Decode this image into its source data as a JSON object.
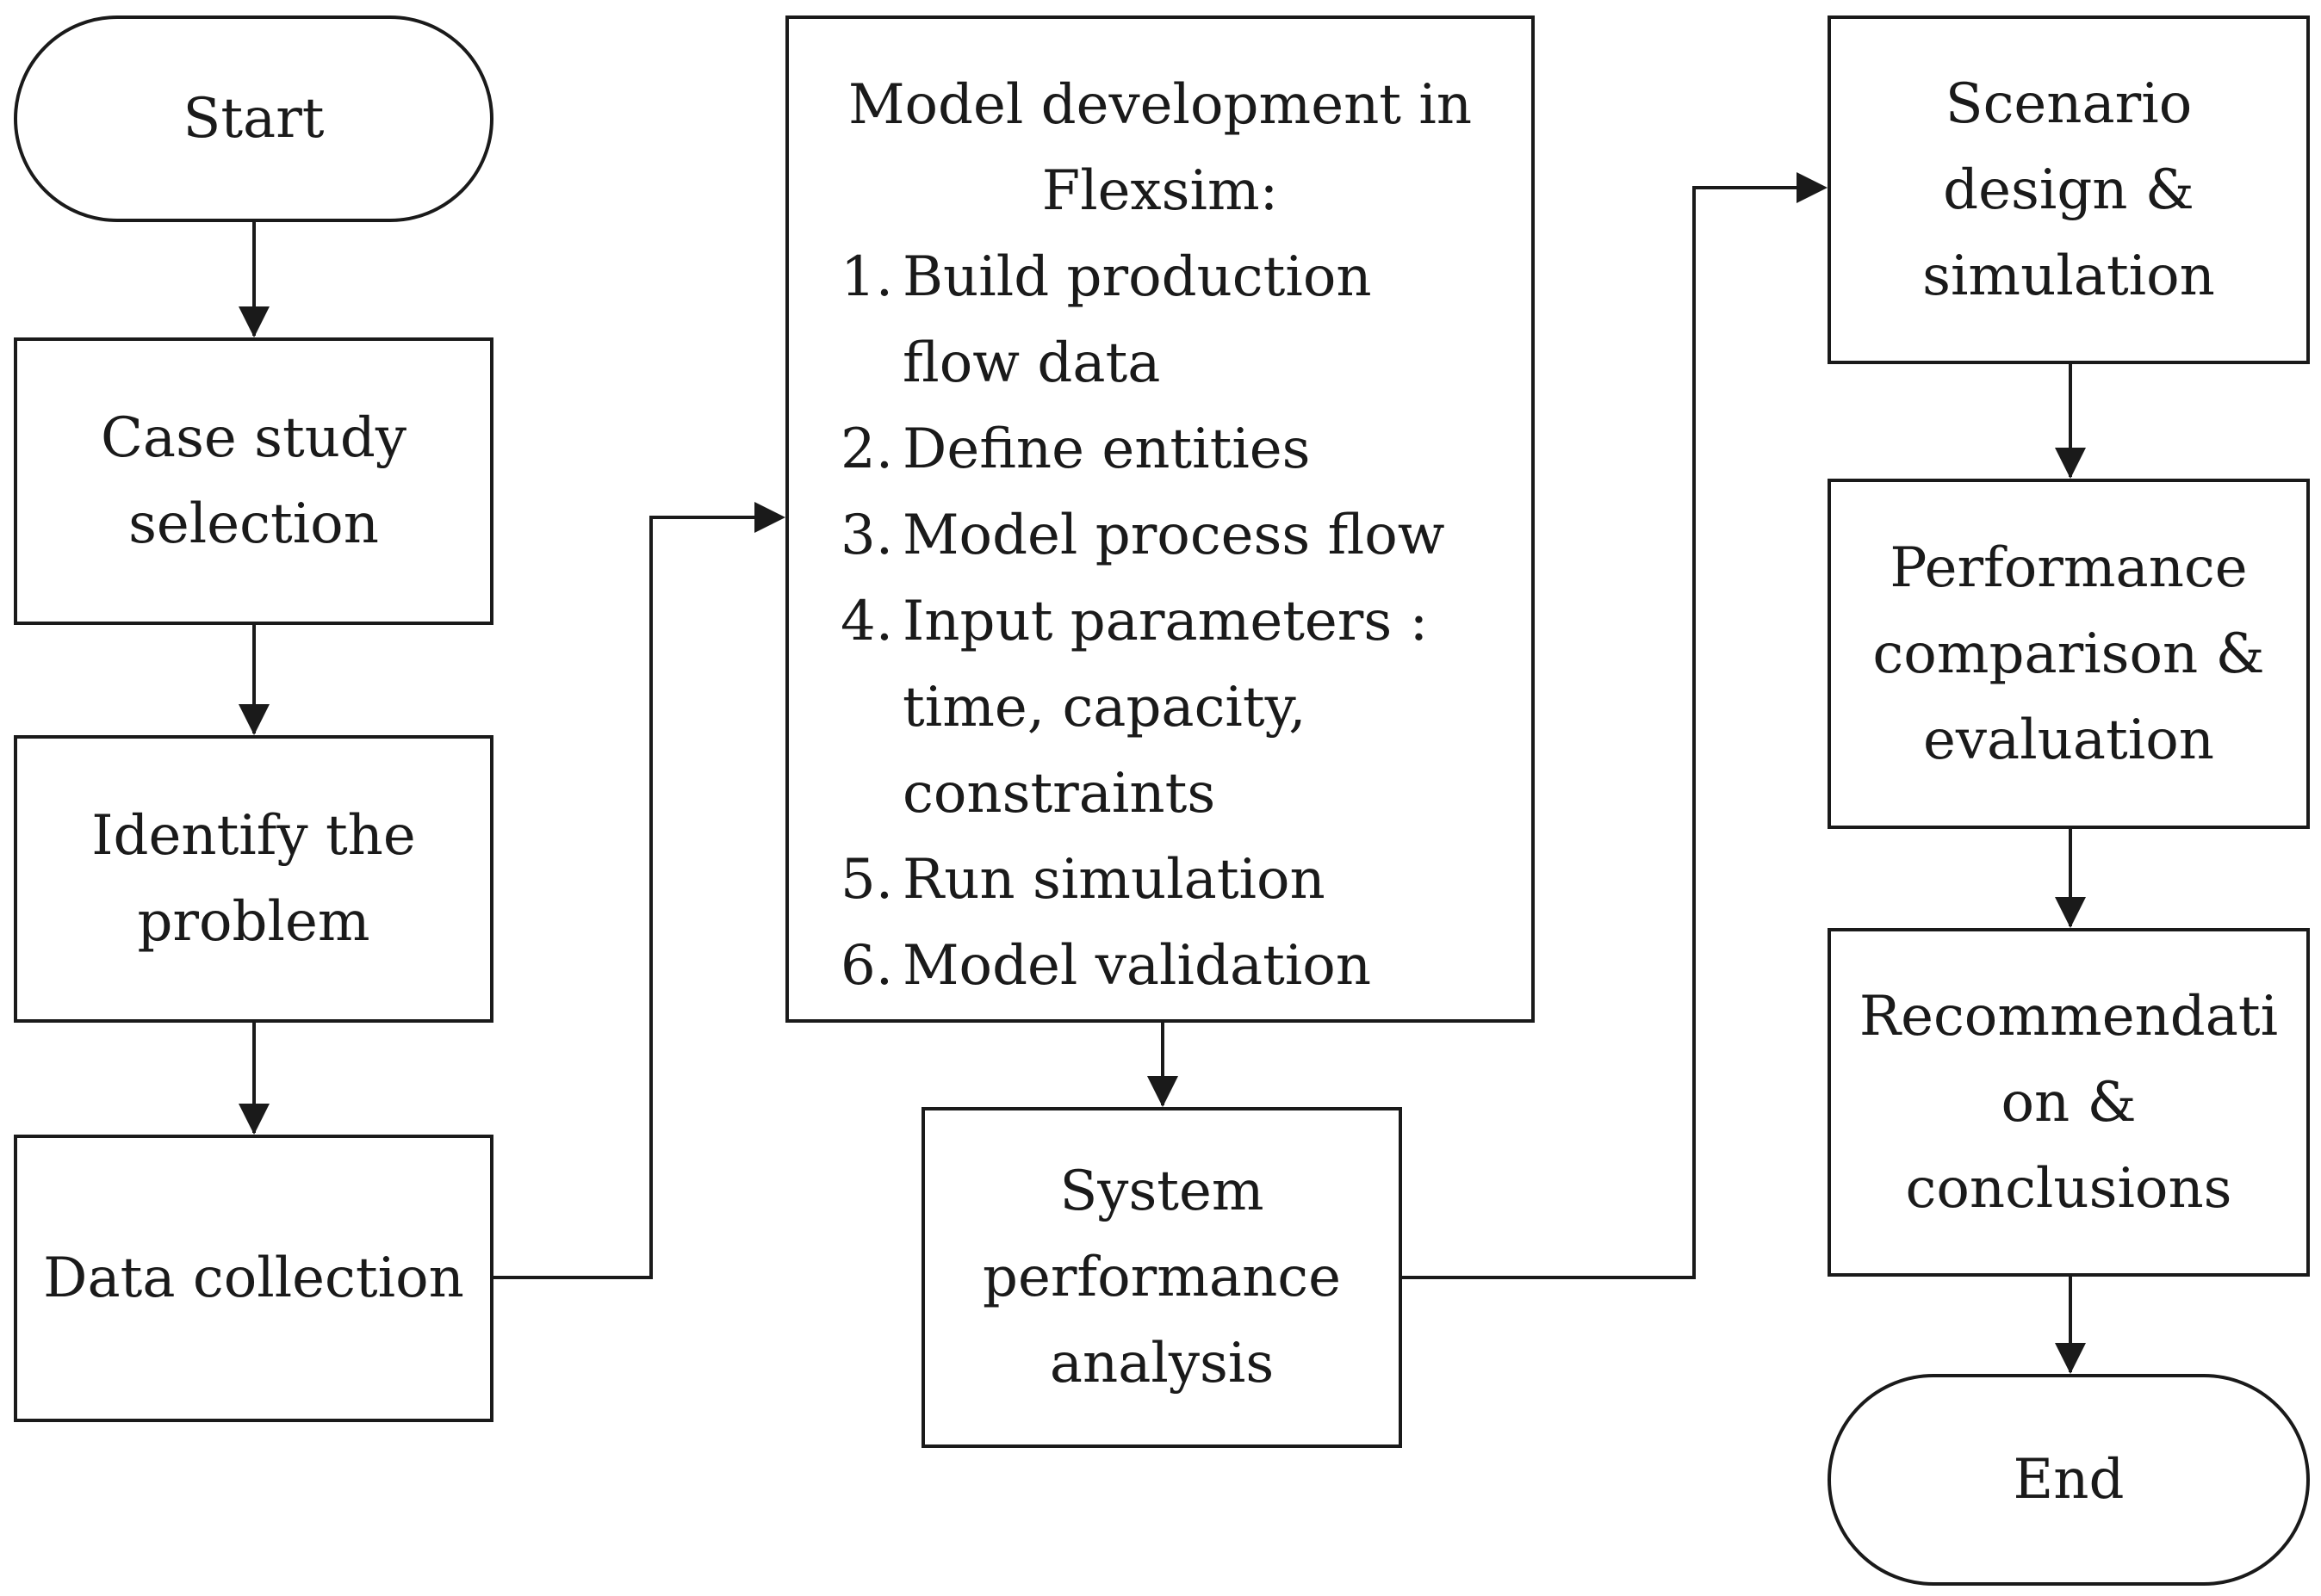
{
  "nodes": {
    "start": {
      "lines": [
        "Start"
      ]
    },
    "case_study": {
      "lines": [
        "Case study",
        "selection"
      ]
    },
    "identify": {
      "lines": [
        "Identify the",
        "problem"
      ]
    },
    "data_collection": {
      "lines": [
        "Data collection"
      ]
    },
    "model_dev": {
      "title_lines": [
        "Model development in",
        "Flexsim:"
      ],
      "steps": [
        {
          "num": "1.",
          "lines": [
            "Build production",
            "flow data"
          ]
        },
        {
          "num": "2.",
          "lines": [
            "Define entities"
          ]
        },
        {
          "num": "3.",
          "lines": [
            "Model process flow"
          ]
        },
        {
          "num": "4.",
          "lines": [
            "Input parameters :",
            "time, capacity,",
            "constraints"
          ]
        },
        {
          "num": "5.",
          "lines": [
            "Run simulation"
          ]
        },
        {
          "num": "6.",
          "lines": [
            "Model validation"
          ]
        }
      ]
    },
    "system_perf": {
      "lines": [
        "System",
        "performance",
        "analysis"
      ]
    },
    "scenario": {
      "lines": [
        "Scenario",
        "design &",
        "simulation"
      ]
    },
    "performance": {
      "lines": [
        "Performance",
        "comparison &",
        "evaluation"
      ]
    },
    "recommendation": {
      "lines": [
        "Recommendati",
        "on &",
        "conclusions"
      ]
    },
    "end": {
      "lines": [
        "End"
      ]
    }
  }
}
